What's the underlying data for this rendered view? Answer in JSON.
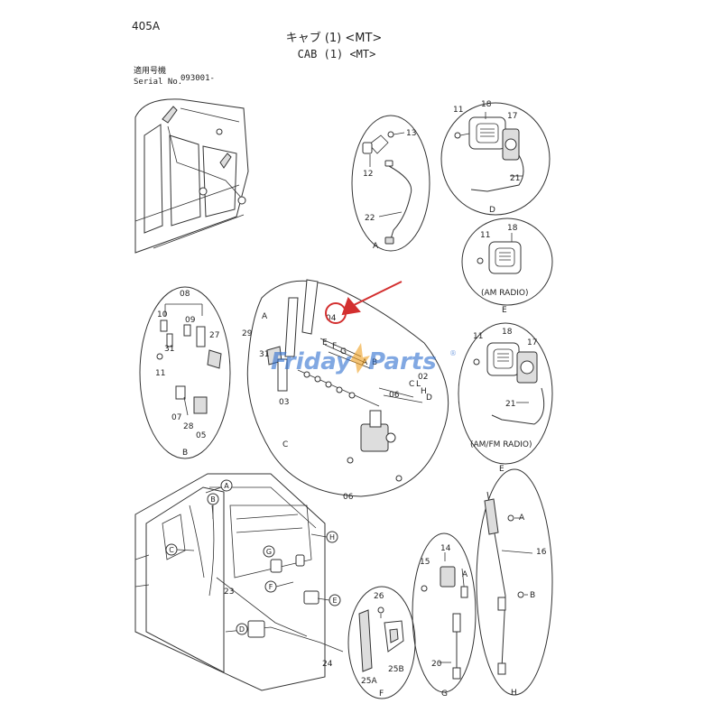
{
  "header": {
    "page_code": "405A",
    "title_jp": "キャブ (1) <MT>",
    "title_en": "CAB (1) <MT>",
    "serial_label_jp": "適用号機",
    "serial_label_en": "Serial No.",
    "serial_value": "093001-"
  },
  "watermark": {
    "text_a": "Friday",
    "text_b": "Parts",
    "mark": "®"
  },
  "bubbles": {
    "A": {
      "letter": "A",
      "parts": [
        "13",
        "12",
        "22"
      ]
    },
    "D": {
      "letter": "D",
      "parts": [
        "11",
        "18",
        "17",
        "21"
      ]
    },
    "E_am": {
      "letter": "E",
      "caption": "(AM RADIO)",
      "parts": [
        "11",
        "18"
      ]
    },
    "E_amfm": {
      "letter": "E",
      "caption": "(AM/FM RADIO)",
      "parts": [
        "11",
        "18",
        "17",
        "21"
      ]
    },
    "B": {
      "letter": "B",
      "parts": [
        "08",
        "10",
        "09",
        "31",
        "27",
        "11",
        "07",
        "28",
        "05"
      ]
    },
    "C": {
      "letter": "C",
      "parts": [
        "04",
        "A",
        "29",
        "E",
        "F",
        "G",
        "A",
        "B",
        "31",
        "03",
        "02",
        "06",
        "C",
        "L",
        "H",
        "D",
        "06"
      ]
    },
    "F": {
      "letter": "F",
      "parts": [
        "26",
        "25A",
        "25B"
      ]
    },
    "G": {
      "letter": "G",
      "parts": [
        "14",
        "15",
        "A",
        "20"
      ]
    },
    "H": {
      "letter": "H",
      "parts": [
        "A",
        "16",
        "B"
      ]
    }
  },
  "cab_callouts": [
    "A",
    "B",
    "C",
    "G",
    "H",
    "F",
    "E",
    "D",
    "23",
    "24"
  ],
  "highlight": {
    "label": "04",
    "color": "#d32f2f"
  },
  "colors": {
    "line": "#333333",
    "watermark_blue": "#2f6fd0",
    "watermark_orange": "#f0a020",
    "highlight_red": "#d32f2f"
  }
}
